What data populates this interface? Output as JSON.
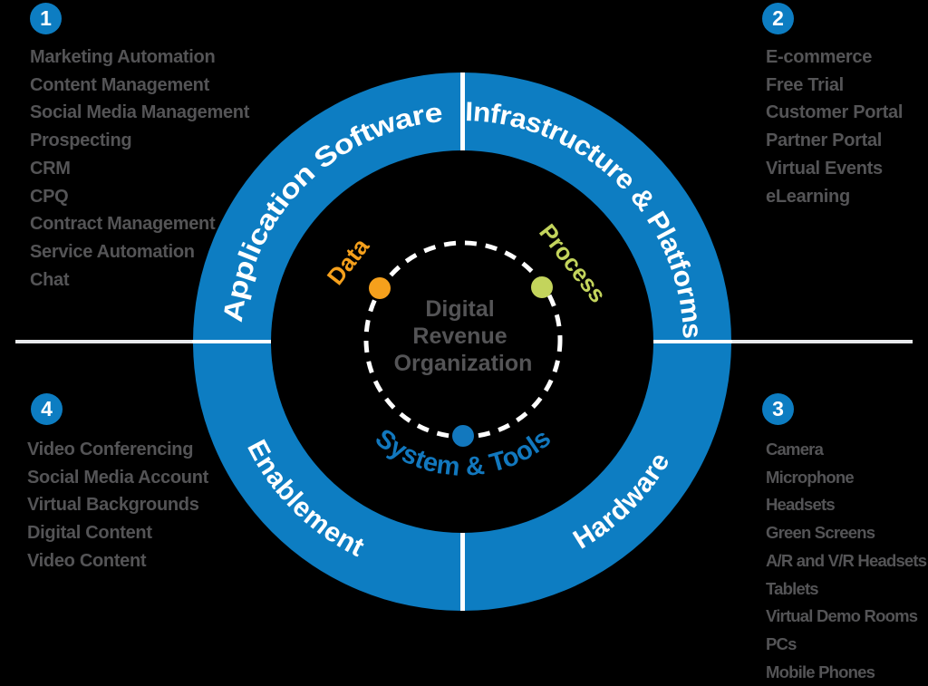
{
  "diagram_title": "Digital Revenue Organization",
  "colors": {
    "background": "#000000",
    "ring_blue": "#0d7dc2",
    "badge_blue": "#0d7dc2",
    "divider_white": "#ffffff",
    "line_gray": "#e8eaec",
    "text_gray": "#545456",
    "data_orange": "#f5a01c",
    "process_green": "#c3d45c",
    "tools_blue": "#1278be"
  },
  "center": {
    "line1": "Digital",
    "line2": "Revenue",
    "line3": "Organization"
  },
  "ring_segments": [
    {
      "label": "Application Software",
      "position": "top-left"
    },
    {
      "label": "Infrastructure & Platforms",
      "position": "top-right"
    },
    {
      "label": "Hardware",
      "position": "bottom-right"
    },
    {
      "label": "Enablement",
      "position": "bottom-left"
    }
  ],
  "inner_nodes": [
    {
      "label": "Data",
      "color": "#f5a01c"
    },
    {
      "label": "Process",
      "color": "#c3d45c"
    },
    {
      "label": "System & Tools",
      "color": "#1278be"
    }
  ],
  "quadrants": [
    {
      "number": "1",
      "items": [
        "Marketing Automation",
        "Content Management",
        "Social Media Management",
        "Prospecting",
        "CRM",
        "CPQ",
        "Contract Management",
        "Service Automation",
        "Chat"
      ]
    },
    {
      "number": "2",
      "items": [
        "E-commerce",
        "Free Trial",
        "Customer Portal",
        "Partner Portal",
        "Virtual Events",
        "eLearning"
      ]
    },
    {
      "number": "3",
      "items": [
        "Camera",
        "Microphone",
        "Headsets",
        "Green Screens",
        "A/R and V/R Headsets",
        "Tablets",
        "Virtual Demo Rooms",
        "PCs",
        "Mobile Phones"
      ]
    },
    {
      "number": "4",
      "items": [
        "Video Conferencing",
        "Social Media Account",
        "Virtual Backgrounds",
        "Digital Content",
        "Video Content"
      ]
    }
  ]
}
